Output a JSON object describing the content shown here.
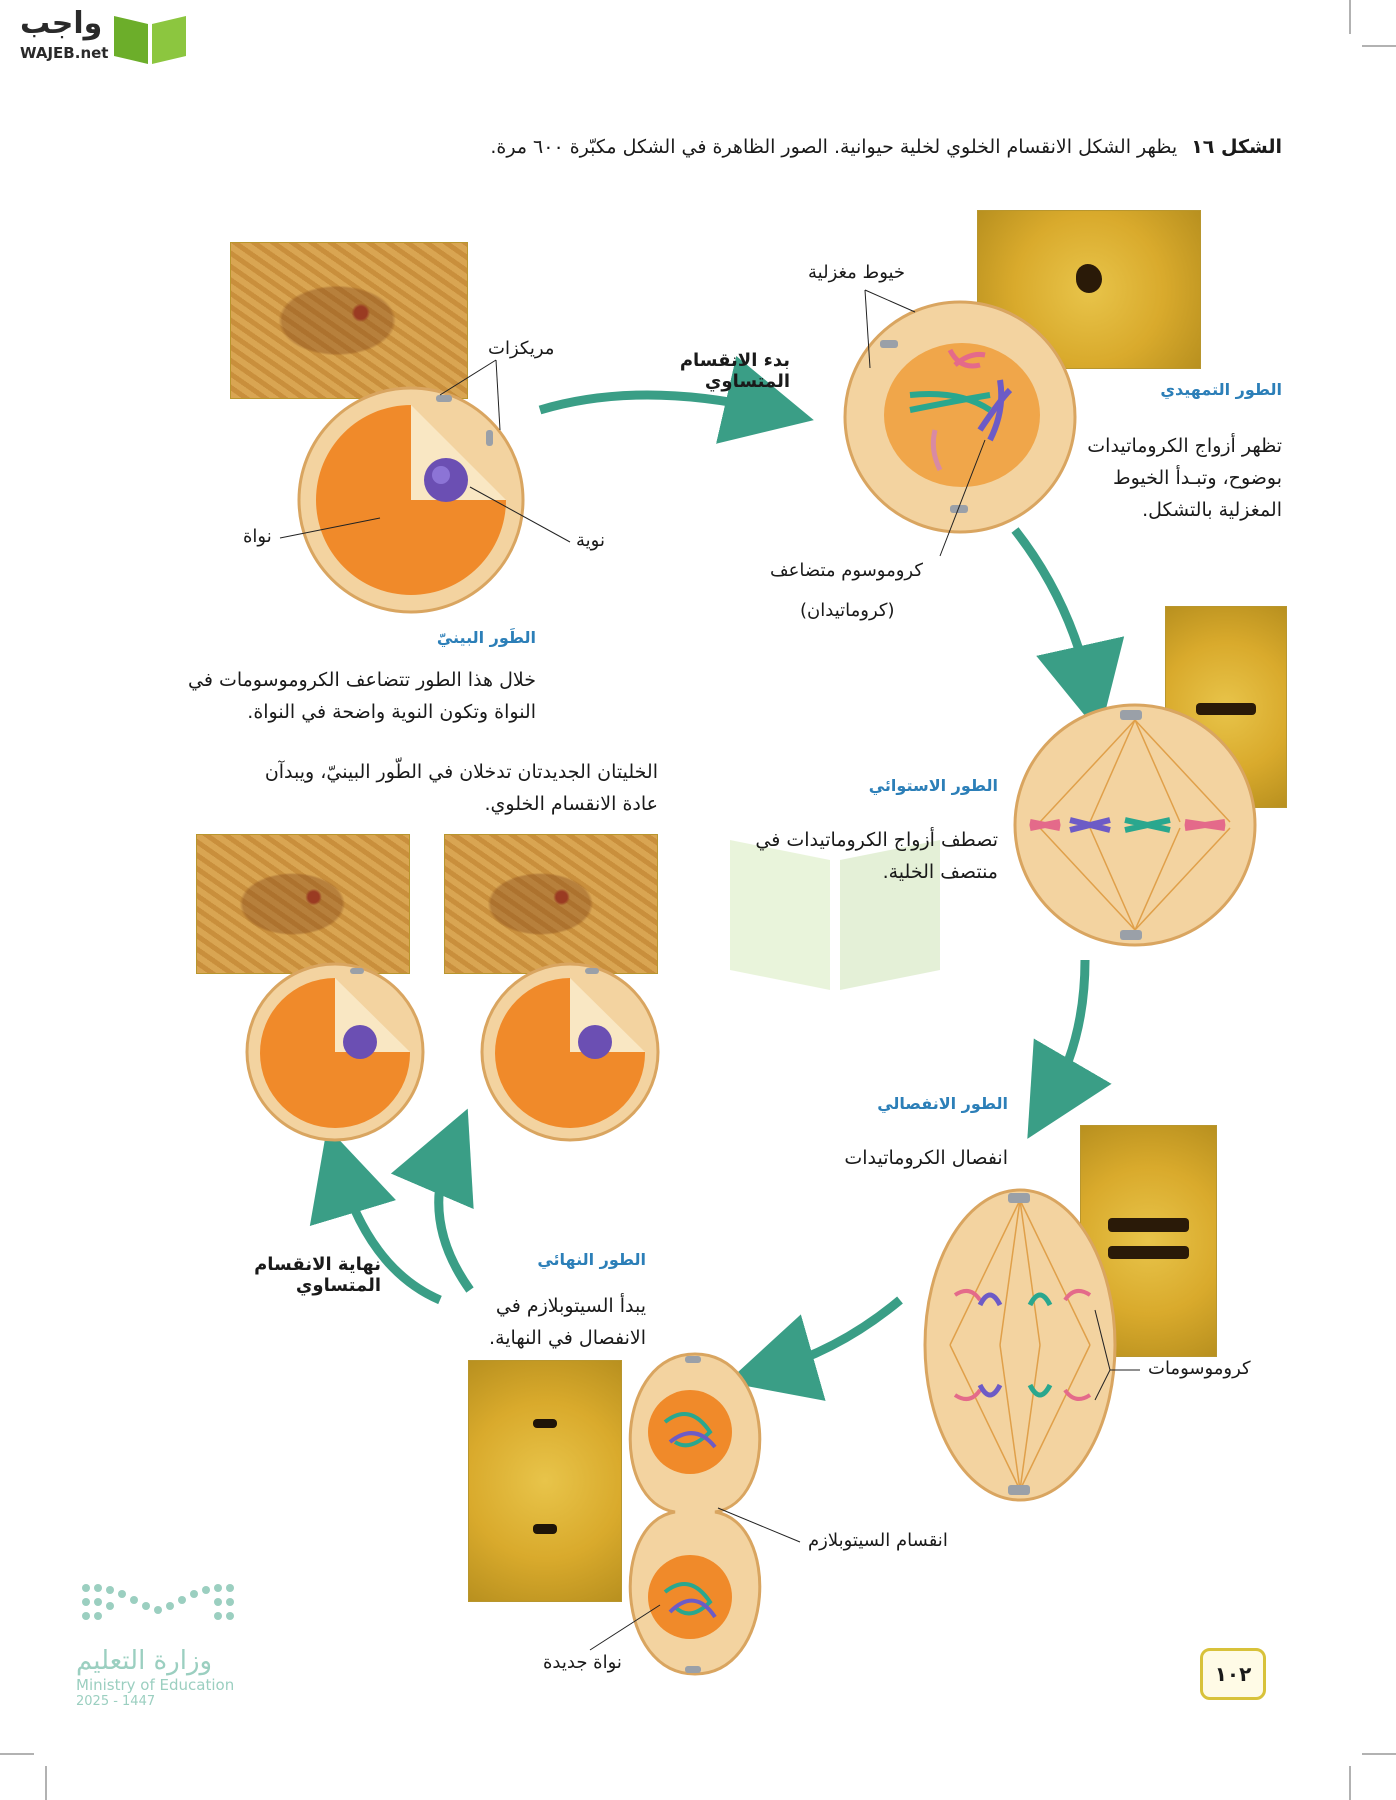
{
  "logo": {
    "arabic": "واجب",
    "latin": "WAJEB.net"
  },
  "figure": {
    "number": "الشكل ١٦",
    "caption": "يظهر الشكل الانقسام الخلوي لخلية حيوانية. الصور الظاهرة في الشكل مكبّرة ٦٠٠ مرة."
  },
  "interphase": {
    "title": "الطَور البينيّ",
    "text": "خلال هذا الطور تتضاعف الكروموسومات في النواة وتكون النوية واضحة في النواة.",
    "labels": {
      "centrioles": "مريكزات",
      "nucleus": "نواة",
      "nucleolus": "نوية"
    }
  },
  "arrow_start": "بدء الانقسام المتساوي",
  "prophase": {
    "title": "الطور التمهيدي",
    "text": "تظهر أزواج الكروماتيدات بوضوح، وتبـدأ الخيوط المغزلية بالتشكل.",
    "labels": {
      "spindle": "خيوط مغزلية",
      "dup_chromosome": "كروموسوم متضاعف",
      "chromatids": "(كروماتيدان)"
    }
  },
  "metaphase": {
    "title": "الطور الاستوائي",
    "text": "تصطف أزواج الكروماتيدات في منتصف الخلية."
  },
  "anaphase": {
    "title": "الطور الانفصالي",
    "text": "انفصال الكروماتيدات",
    "labels": {
      "chromosomes": "كروموسومات"
    }
  },
  "telophase": {
    "title": "الطور النهائي",
    "text": "يبدأ السيتوبلازم في الانفصال في النهاية.",
    "labels": {
      "cytoplasm_division": "انقسام السيتوبلازم",
      "new_nucleus": "نواة جديدة"
    }
  },
  "new_cells_text": "الخليتان الجديدتان تدخلان في الطّور البينيّ، ويبدآن عادة الانقسام الخلوي.",
  "arrow_end": "نهاية الانقسام المتساوي",
  "page_number": "١٠٢",
  "ministry": {
    "arabic": "وزارة التعليم",
    "english": "Ministry of Education",
    "year": "2025 - 1447"
  },
  "colors": {
    "arrow": "#3a9e86",
    "heading": "#2c7fb8",
    "cell": "#f2c98a"
  }
}
